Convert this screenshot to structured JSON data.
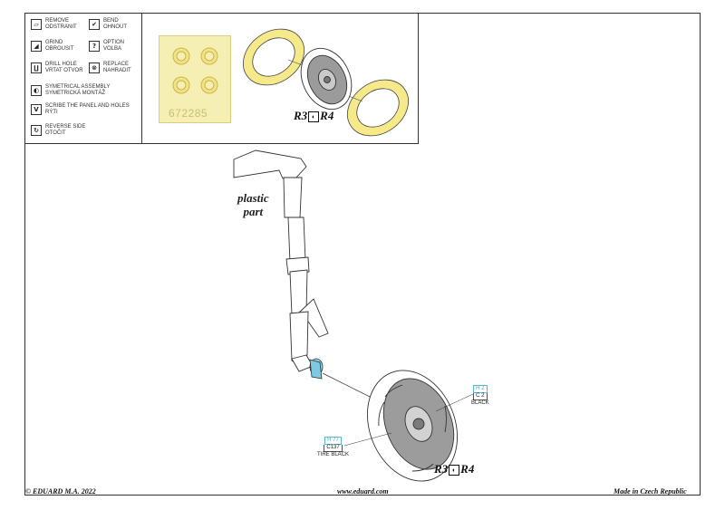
{
  "legend": {
    "items": [
      {
        "icon": "remove-icon",
        "glyph": "▱",
        "line1": "REMOVE",
        "line2": "ODSTRANIT"
      },
      {
        "icon": "bend-icon",
        "glyph": "✔",
        "line1": "BEND",
        "line2": "OHNOUT"
      },
      {
        "icon": "grind-icon",
        "glyph": "◢",
        "line1": "GRIND",
        "line2": "OBROUSIT"
      },
      {
        "icon": "option-icon",
        "glyph": "?",
        "line1": "OPTION",
        "line2": "VOLBA"
      },
      {
        "icon": "drill-hole-icon",
        "glyph": "∐",
        "line1": "DRILL HOLE",
        "line2": "VRTAT OTVOR"
      },
      {
        "icon": "replace-icon",
        "glyph": "⊗",
        "line1": "REPLACE",
        "line2": "NAHRADIT"
      },
      {
        "icon": "symmetrical-assembly-icon",
        "glyph": "◐",
        "line1": "SYMETRICAL ASSEMBLY",
        "line2": "SYMETRICKÁ MONTÁŽ"
      },
      {
        "icon": "scribe-icon",
        "glyph": "V",
        "line1": "SCRIBE THE PANEL AND HOLES",
        "line2": "RÝTI"
      },
      {
        "icon": "reverse-side-icon",
        "glyph": "↻",
        "line1": "REVERSE SIDE",
        "line2": "OTOČIT"
      }
    ]
  },
  "mask_sheet": {
    "number": "672285",
    "color": "#f6efb4"
  },
  "part_top": {
    "left": "R3",
    "right": "R4"
  },
  "part_bottom": {
    "left": "R3",
    "right": "R4"
  },
  "plastic_label": {
    "line1": "plastic",
    "line2": "part"
  },
  "callouts": {
    "hub": {
      "h": "H 2",
      "c": "C 2",
      "name": "BLACK"
    },
    "tire": {
      "h": "H 77",
      "c": "C137",
      "name": "TIRE BLACK"
    }
  },
  "colors": {
    "mask": "#f6e98a",
    "accent_blue": "#5ab8d8",
    "line": "#333333"
  },
  "footer": {
    "copyright": "© EDUARD  M.A. 2022",
    "website": "www.eduard.com",
    "made_in": "Made in Czech Republic"
  }
}
